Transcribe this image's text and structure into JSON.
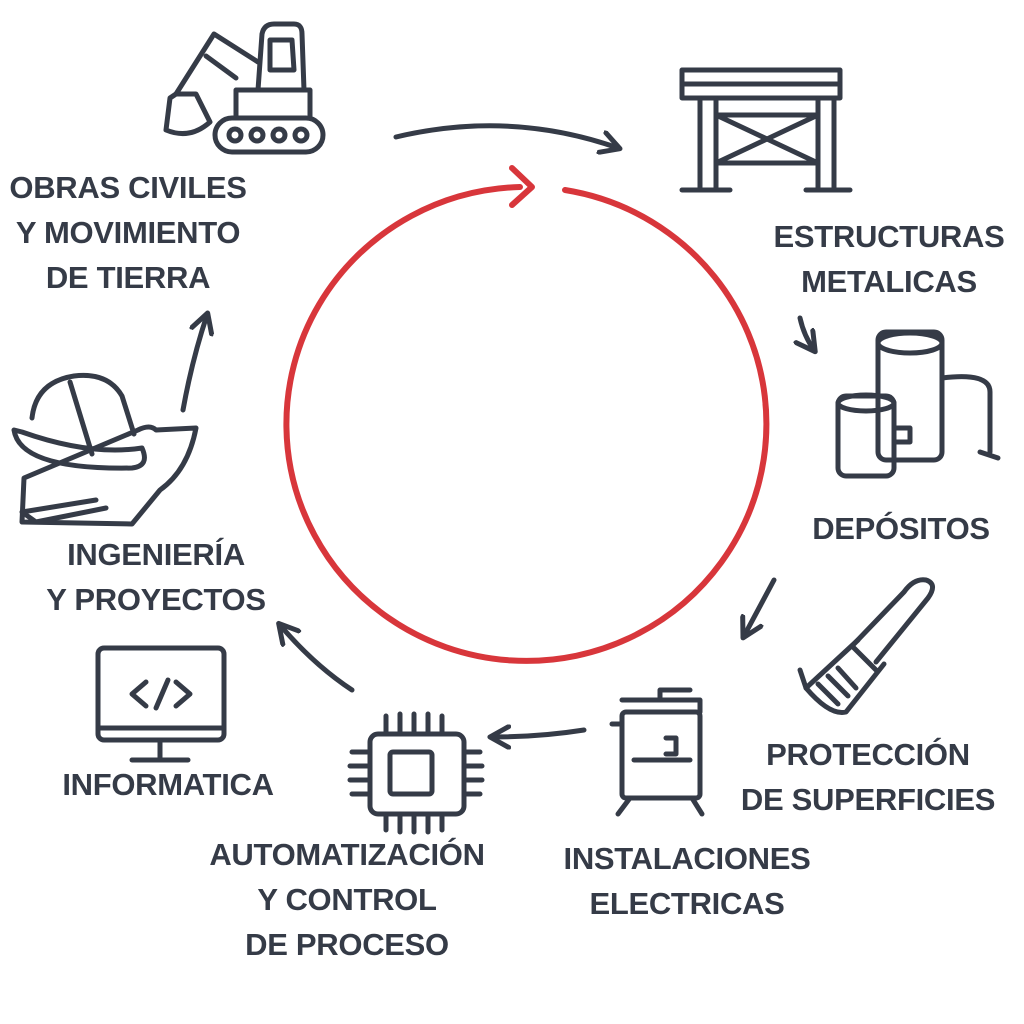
{
  "colors": {
    "ink": "#353b47",
    "accent": "#d8363b",
    "background": "#ffffff"
  },
  "stages": [
    {
      "id": "obras",
      "icon": "excavator-icon",
      "lines": [
        "OBRAS CIVILES",
        "Y MOVIMIENTO",
        "DE TIERRA"
      ]
    },
    {
      "id": "estructuras",
      "icon": "steel-structure-icon",
      "lines": [
        "ESTRUCTURAS",
        "METALICAS"
      ]
    },
    {
      "id": "depositos",
      "icon": "tanks-icon",
      "lines": [
        "DEPÓSITOS"
      ]
    },
    {
      "id": "proteccion",
      "icon": "paint-brush-icon",
      "lines": [
        "PROTECCIÓN",
        "DE SUPERFICIES"
      ]
    },
    {
      "id": "instalaciones",
      "icon": "electrical-panel-icon",
      "lines": [
        "INSTALACIONES",
        "ELECTRICAS"
      ]
    },
    {
      "id": "automatizacion",
      "icon": "microchip-icon",
      "lines": [
        "AUTOMATIZACIÓN",
        "Y CONTROL",
        "DE PROCESO"
      ]
    },
    {
      "id": "informatica",
      "icon": "code-monitor-icon",
      "lines": [
        "INFORMATICA"
      ]
    },
    {
      "id": "ingenieria",
      "icon": "hard-hat-blueprint-icon",
      "lines": [
        "INGENIERÍA",
        "Y PROYECTOS"
      ]
    }
  ],
  "center": {
    "shape": "cycle-arrow",
    "direction": "clockwise"
  }
}
